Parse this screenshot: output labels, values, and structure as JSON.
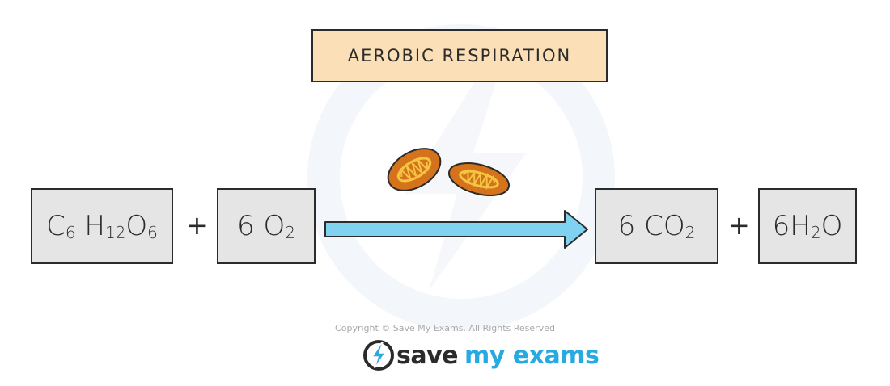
{
  "title": "AEROBIC RESPIRATION",
  "reactants": {
    "glucose": {
      "c": "C",
      "c_sub": "6",
      "h": "H",
      "h_sub": "12",
      "o": "O",
      "o_sub": "6"
    },
    "plus": "+",
    "oxygen": {
      "coef": "6",
      "o": "O",
      "o_sub": "2"
    }
  },
  "products": {
    "carbon_dioxide": {
      "coef": "6",
      "co": "CO",
      "o_sub": "2"
    },
    "plus": "+",
    "water": {
      "coef": "6",
      "h": "H",
      "h_sub": "2",
      "o": "O"
    }
  },
  "copyright": "Copyright © Save My Exams. All Rights Reserved",
  "brand": {
    "part1": "save ",
    "part2": "my exams"
  },
  "colors": {
    "title_bg": "#fbdfb6",
    "box_bg": "#e5e5e5",
    "arrow": "#7fd3f0",
    "mitochondria": "#d4731c",
    "cristae": "#f4c542",
    "brand_blue": "#27a9e1"
  },
  "icons": {
    "arrow": "reaction-arrow-icon",
    "organelle": "mitochondrion-icon",
    "logo": "lightning-bolt-logo-icon"
  }
}
